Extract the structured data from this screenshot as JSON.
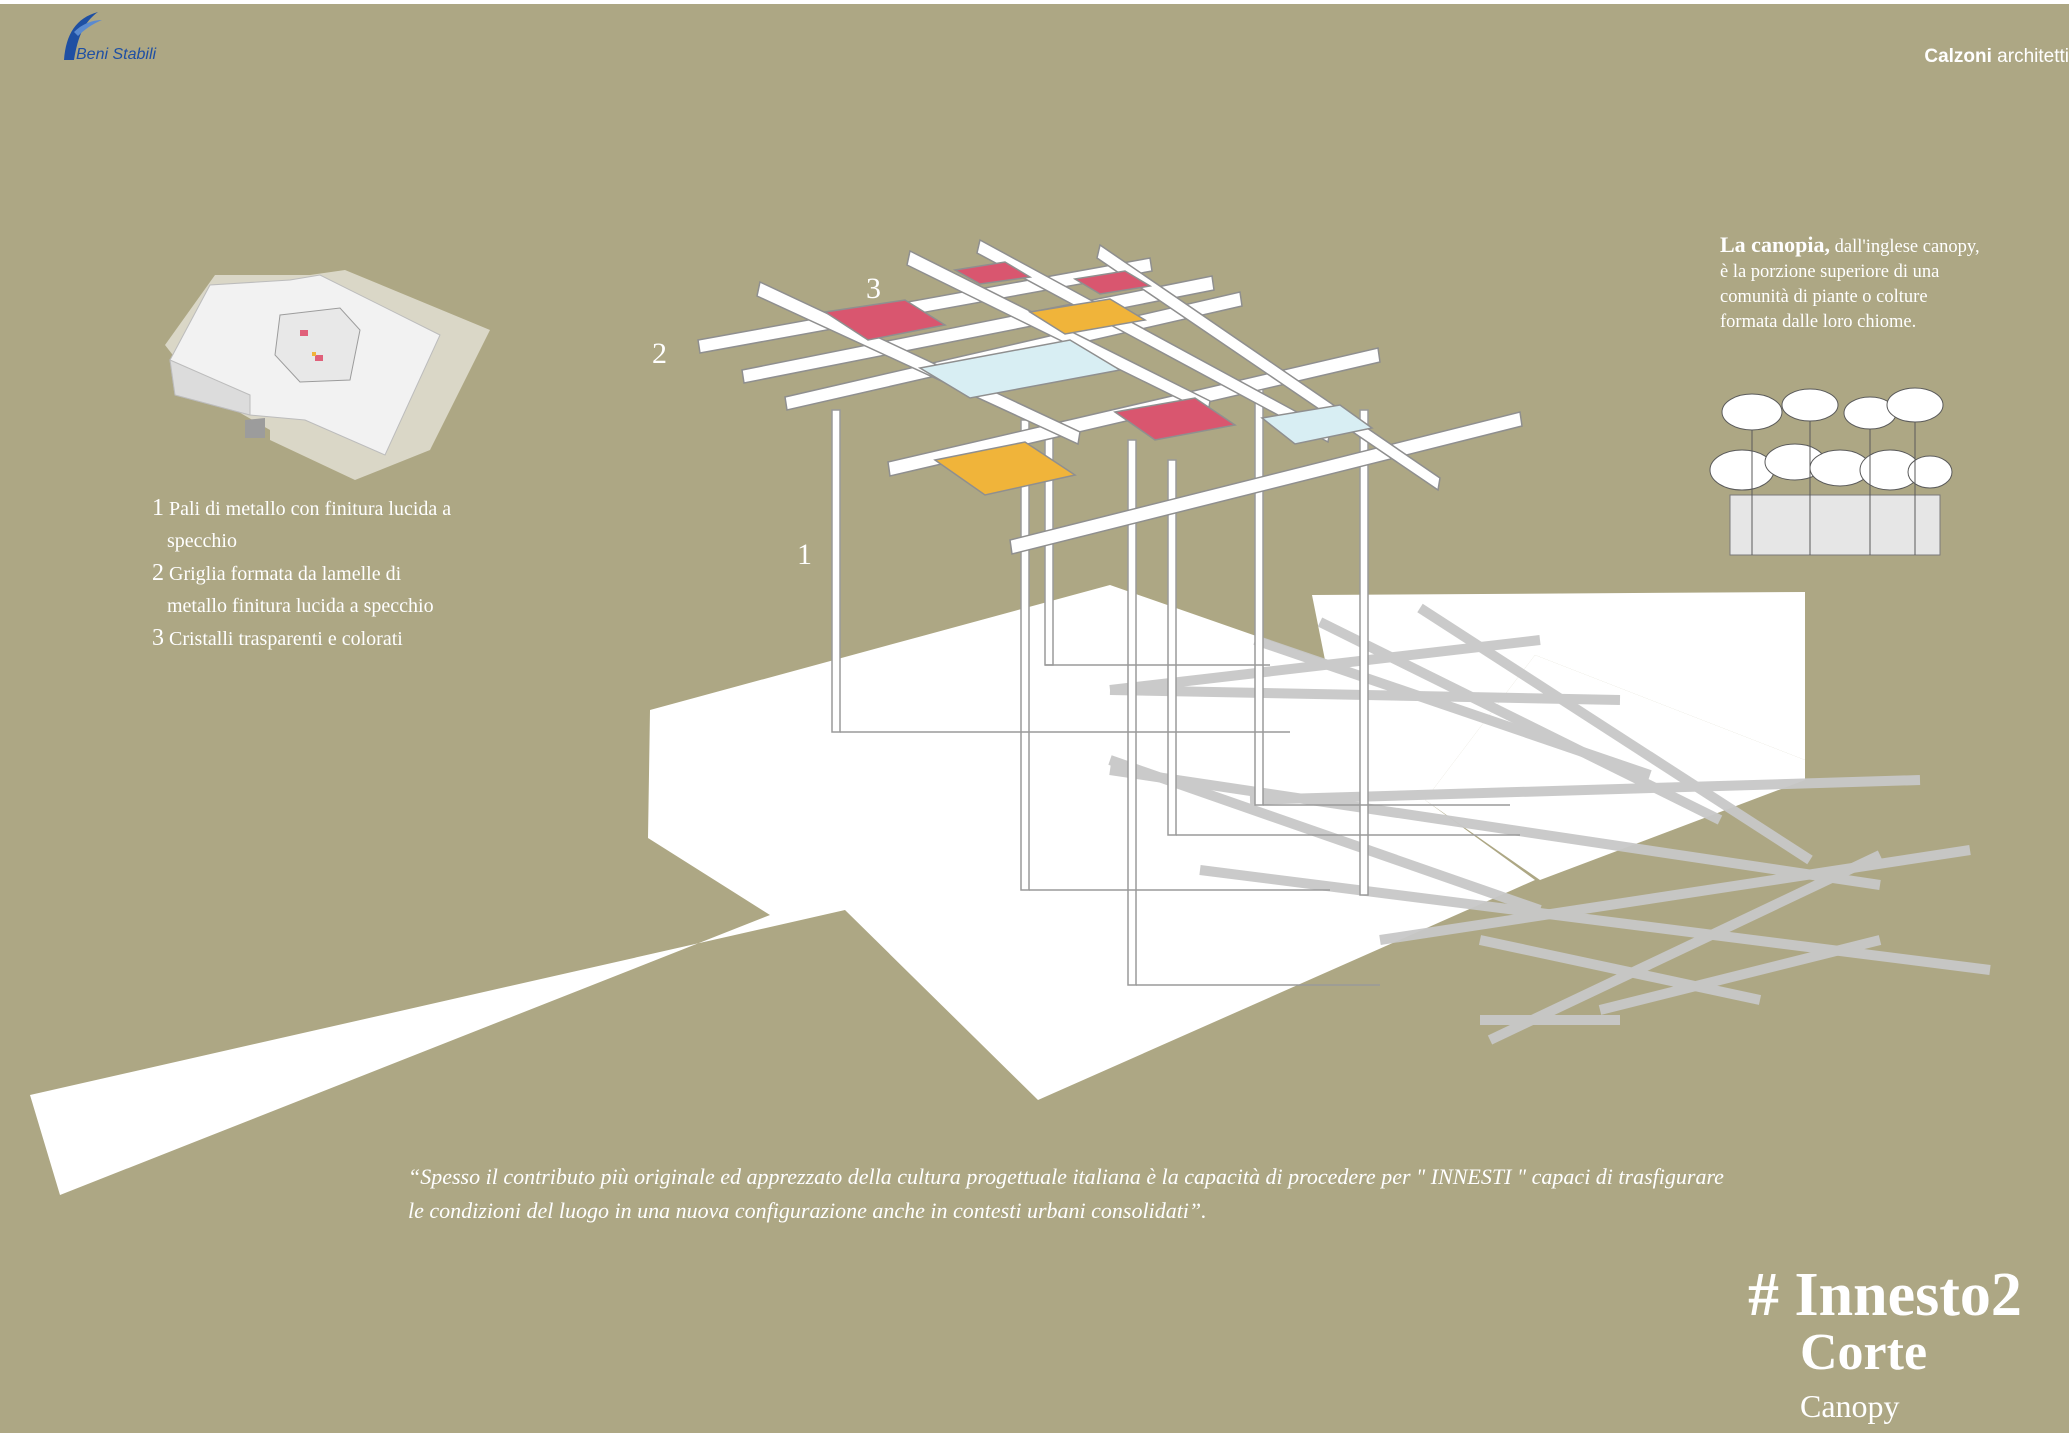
{
  "brand": {
    "client_logo_text": "Beni Stabili",
    "firm_bold": "Calzoni",
    "firm_rest": " architetti"
  },
  "legend": {
    "items": [
      {
        "num": "1",
        "line1": " Pali di metallo con finitura lucida a",
        "line2": "specchio"
      },
      {
        "num": "2",
        "line1": " Griglia formata da lamelle di",
        "line2": "metallo finitura lucida a specchio"
      },
      {
        "num": "3",
        "line1": " Cristalli trasparenti e colorati",
        "line2": ""
      }
    ]
  },
  "callouts": {
    "c1": "1",
    "c2": "2",
    "c3": "3"
  },
  "canopy_note": {
    "bold": "La canopia,",
    "text": " dall'inglese canopy, è la porzione superiore di una comunità di piante o colture formata dalle loro chiome."
  },
  "quote": "“Spesso il contributo più originale ed apprezzato della cultura progettuale italiana è la capacità di procedere per \" INNESTI \" capaci di trasfigurare le condizioni del luogo in una nuova configurazione anche in contesti urbani consolidati”.",
  "title": {
    "main": "# Innesto2",
    "sub": "Corte",
    "small": "Canopy"
  },
  "colors": {
    "background": "#ada784",
    "glass_pink": "#d9566f",
    "glass_orange": "#f0b43a",
    "glass_clear": "#d8eef3",
    "shadow": "#c8c8c8"
  }
}
